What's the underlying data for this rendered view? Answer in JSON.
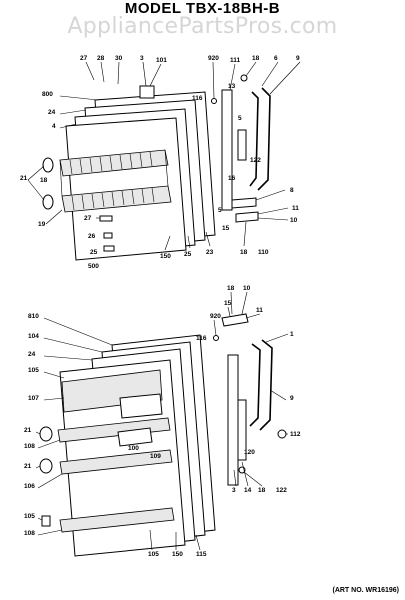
{
  "header": {
    "title": "MODEL TBX-18BH-B",
    "watermark": "AppliancePartsPros.com"
  },
  "footer": {
    "art_number": "(ART NO. WR16196)"
  },
  "top_diagram": {
    "labels": [
      "27",
      "28",
      "30",
      "3",
      "101",
      "920",
      "111",
      "18",
      "6",
      "9",
      "116",
      "800",
      "24",
      "13",
      "4",
      "5",
      "122",
      "21",
      "18",
      "16",
      "8",
      "5",
      "11",
      "19",
      "27",
      "15",
      "10",
      "26",
      "18",
      "110",
      "25",
      "150",
      "25",
      "23",
      "500"
    ]
  },
  "bottom_diagram": {
    "labels": [
      "18",
      "10",
      "15",
      "11",
      "810",
      "920",
      "1",
      "104",
      "116",
      "24",
      "105",
      "107",
      "9",
      "21",
      "108",
      "21",
      "106",
      "105",
      "108",
      "100",
      "112",
      "120",
      "109",
      "3",
      "14",
      "18",
      "122",
      "105",
      "150",
      "115"
    ]
  }
}
